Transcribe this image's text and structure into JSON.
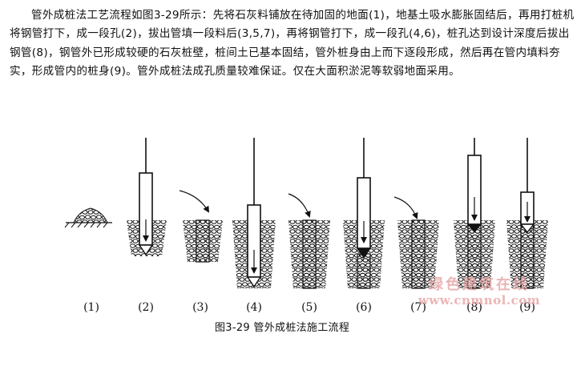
{
  "paragraph": "管外成桩法工艺流程如图3-29所示：先将石灰料铺放在待加固的地面(1)，地基土吸水膨胀固结后，再用打桩机将钢管打下，成一段孔(2)，拔出管填一段料后(3,5,7)，再将钢管打下，成一段孔(4,6)，桩孔达到设计深度后拔出钢管(8)，钢管外已形成较硬的石灰桩壁，桩间土已基本固结，管外桩身由上而下逐段形成，然后再在管内填料夯实，形成管内的桩身(9)。管外成桩法成孔质量较难保证。仅在大面积淤泥等软弱地面采用。",
  "figure": {
    "steps": [
      "(1)",
      "(2)",
      "(3)",
      "(4)",
      "(5)",
      "(6)",
      "(7)",
      "(8)",
      "(9)"
    ],
    "caption": "图3-29 管外成桩法施工流程"
  },
  "watermark": {
    "text_cn": "绿色建筑在线",
    "text_url": "www.cnmnol.com"
  }
}
